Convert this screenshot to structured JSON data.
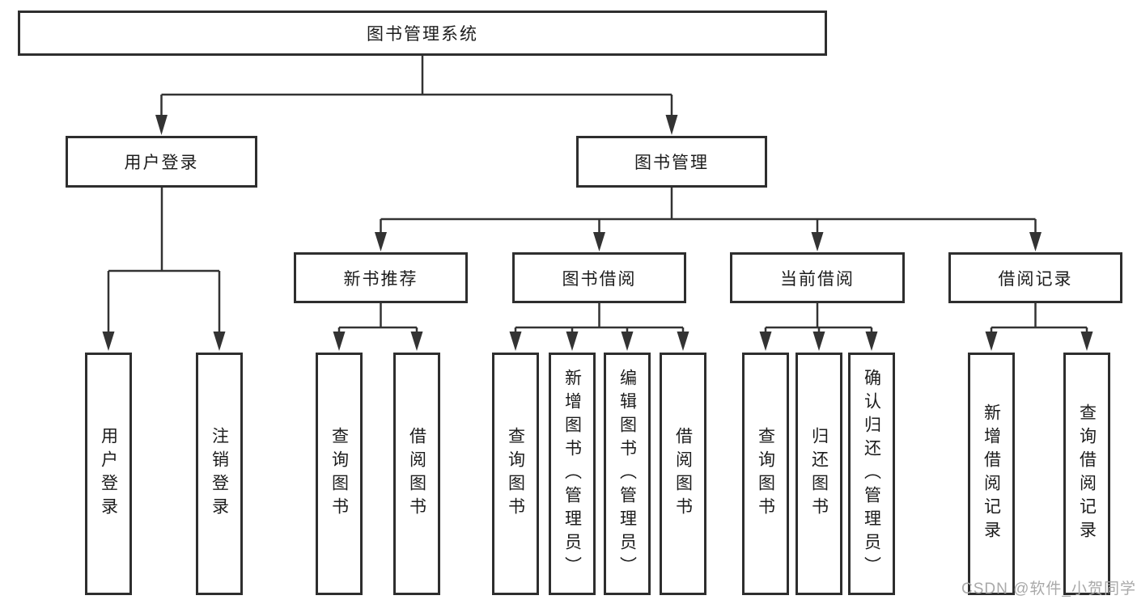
{
  "diagram": {
    "root": {
      "label": "图书管理系统"
    },
    "branches": [
      {
        "label": "用户登录",
        "children": [
          "用户登录",
          "注销登录"
        ]
      },
      {
        "label": "图书管理",
        "groups": [
          {
            "label": "新书推荐",
            "children": [
              "查询图书",
              "借阅图书"
            ]
          },
          {
            "label": "图书借阅",
            "children": [
              "查询图书",
              "新增图书（管理员）",
              "编辑图书（管理员）",
              "借阅图书"
            ]
          },
          {
            "label": "当前借阅",
            "children": [
              "查询图书",
              "归还图书",
              "确认归还（管理员）"
            ]
          },
          {
            "label": "借阅记录",
            "children": [
              "新增借阅记录",
              "查询借阅记录"
            ]
          }
        ]
      }
    ]
  },
  "watermark": {
    "text": "CSDN @软件_小贺同学"
  },
  "colors": {
    "line": "#333333",
    "box_border": "#2e2e2e",
    "box_fill": "#ffffff",
    "text": "#1c1c1c",
    "watermark": "#a9a9a9",
    "background": "#ffffff"
  }
}
